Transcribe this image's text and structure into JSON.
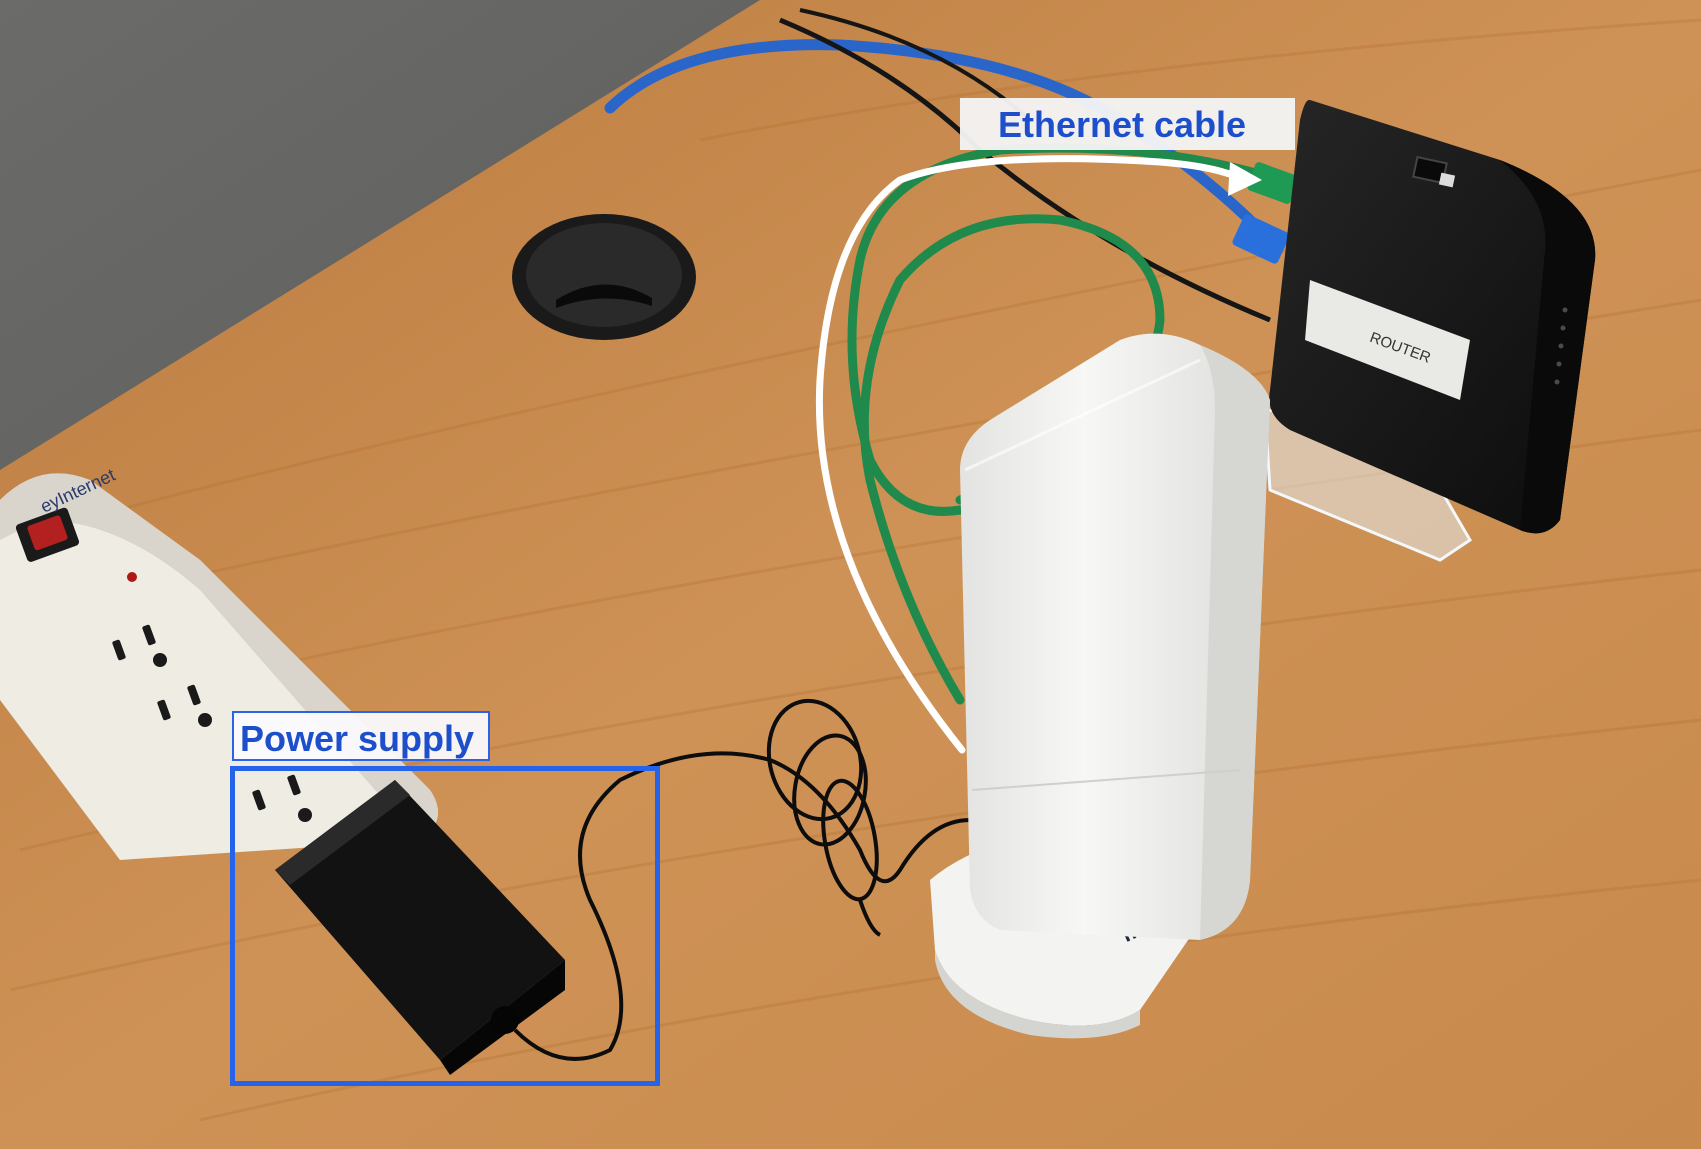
{
  "photo": {
    "kind": "photo-of-network-hardware-on-desk",
    "brand_text_on_stand": "meter.me",
    "router_label_text": "ROUTER",
    "powerstrip_brand_fragment": "eyInternet"
  },
  "annotations": {
    "ethernet_label": "Ethernet cable",
    "power_label": "Power supply"
  },
  "colors": {
    "label_text": "#1d4fcc",
    "box_border": "#2563eb",
    "arrow_stroke": "#ffffff",
    "desk_wood": "#c98a4b",
    "floor_gray": "#5a5a5a",
    "ethernet_green": "#1f8a4c",
    "ethernet_blue": "#2a66c9",
    "router_black": "#151515",
    "access_point_white": "#f1f1ef"
  }
}
